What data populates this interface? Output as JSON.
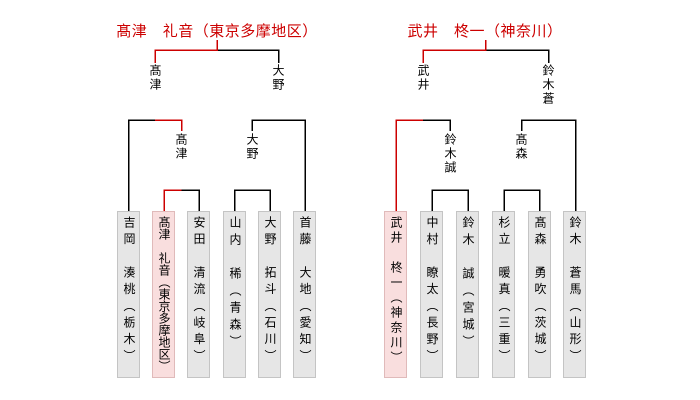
{
  "diagram": {
    "type": "tournament-bracket",
    "colors": {
      "champion_path": "#cc0000",
      "line": "#000000",
      "title_color": "#cc0000",
      "box_bg": "#e6e6e6",
      "box_border": "#c4c4c4",
      "champion_box_bg": "#f9dede",
      "champion_box_border": "#e0baba",
      "text_color": "#000000"
    },
    "brackets": [
      {
        "id": "left",
        "title": "髙津　礼音（東京多摩地区）",
        "finalists": [
          "髙津",
          "大野"
        ],
        "round1_winners": [
          "髙津",
          "大野"
        ],
        "players": [
          {
            "name": "吉岡　湊桃（栃木）",
            "champion": false
          },
          {
            "name": "髙津　礼音（東京多摩地区）",
            "champion": true
          },
          {
            "name": "安田　清流（岐阜）",
            "champion": false
          },
          {
            "name": "山内　稀（青森）",
            "champion": false
          },
          {
            "name": "大野　拓斗（石川）",
            "champion": false
          },
          {
            "name": "首藤　大地（愛知）",
            "champion": false
          }
        ]
      },
      {
        "id": "right",
        "title": "武井　柊一（神奈川）",
        "finalists": [
          "武井",
          "鈴木蒼"
        ],
        "round1_winners": [
          "鈴木誠",
          "髙森"
        ],
        "players": [
          {
            "name": "武井　柊一（神奈川）",
            "champion": true
          },
          {
            "name": "中村　瞭太（長野）",
            "champion": false
          },
          {
            "name": "鈴木　誠（宮城）",
            "champion": false
          },
          {
            "name": "杉立　暖真（三重）",
            "champion": false
          },
          {
            "name": "髙森　勇吹（茨城）",
            "champion": false
          },
          {
            "name": "鈴木　蒼馬（山形）",
            "champion": false
          }
        ]
      }
    ]
  }
}
